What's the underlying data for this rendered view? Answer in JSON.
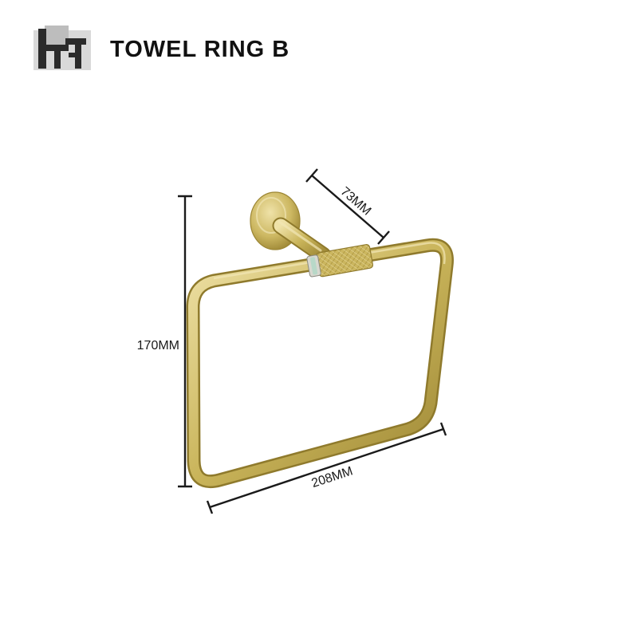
{
  "header": {
    "title": "TOWEL RING B",
    "logo_icon": "brand-logo-icon"
  },
  "dimensions": {
    "height_label": "170MM",
    "width_label": "208MM",
    "depth_label": "73MM"
  },
  "colors": {
    "gold": "#c9b45a",
    "gold_dark": "#8f7a2c",
    "gold_light": "#ece0a6",
    "dimension_line": "#1a1a1a"
  }
}
